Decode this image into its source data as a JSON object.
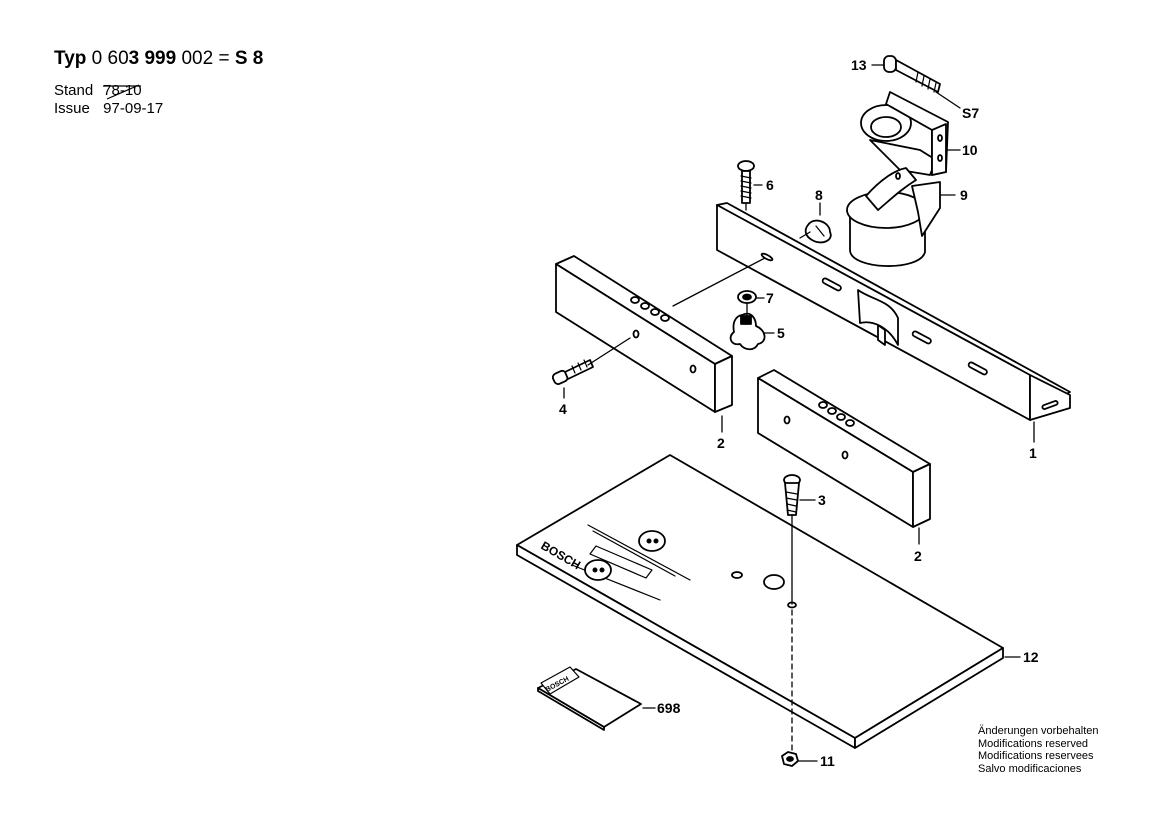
{
  "header": {
    "typ_label": "Typ",
    "typ_part1": "0 60",
    "typ_part2": "3 999",
    "typ_part3": "002 =",
    "typ_part4": "S 8",
    "stand_label": "Stand",
    "stand_value": "78-10",
    "issue_label": "Issue",
    "issue_value": "97-09-17"
  },
  "callouts": {
    "c1": "1",
    "c2a": "2",
    "c2b": "2",
    "c3": "3",
    "c4": "4",
    "c5": "5",
    "c6": "6",
    "c7": "7",
    "c8": "8",
    "c9": "9",
    "c10": "10",
    "c11": "11",
    "c12": "12",
    "c13": "13",
    "cS7": "S7",
    "c698": "698"
  },
  "brand_marks": {
    "base_plate": "BOSCH",
    "label_card": "BOSCH"
  },
  "notes": [
    "Änderungen vorbehalten",
    "Modifications reserved",
    "Modifications reservees",
    "Salvo modificaciones"
  ]
}
